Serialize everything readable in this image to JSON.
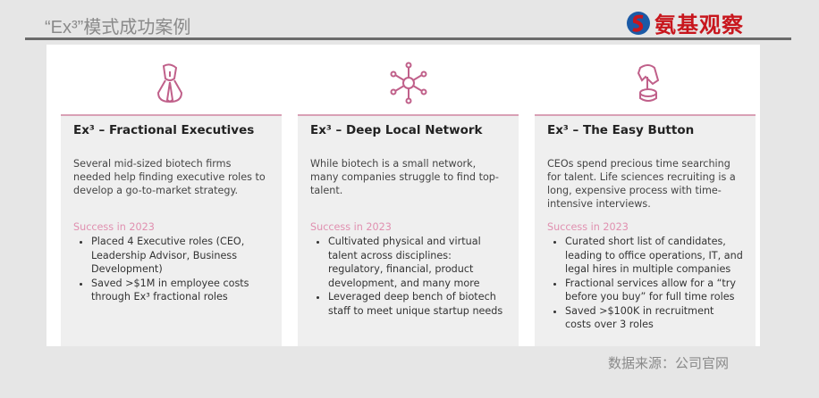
{
  "header": {
    "title": "“Ex³”模式成功案例",
    "logo_text": "氨基观察"
  },
  "cards": [
    {
      "icon": "person-tie-icon",
      "title": "Ex³ – Fractional Executives",
      "description": "Several  mid-sized biotech firms needed help finding executive roles to develop a go-to-market strategy.",
      "success_label": "Success in 2023",
      "bullets": [
        "Placed 4 Executive roles (CEO, Leadership Advisor, Business Development)",
        "Saved >$1M in employee costs through Ex³ fractional roles"
      ]
    },
    {
      "icon": "network-icon",
      "title": "Ex³ – Deep Local Network",
      "description": "While biotech is a small network, many companies struggle to find top-talent.",
      "success_label": "Success in 2023",
      "bullets": [
        "Cultivated physical and virtual talent across disciplines: regulatory, financial, product development, and many more",
        "Leveraged deep bench of biotech staff to meet unique startup needs"
      ]
    },
    {
      "icon": "hand-press-button-icon",
      "title": "Ex³ – The Easy Button",
      "description": "CEOs spend precious time searching for talent. Life sciences recruiting is a long, expensive process with time-intensive interviews.",
      "success_label": "Success in 2023",
      "bullets": [
        "Curated short list of candidates, leading to office operations, IT, and legal hires in multiple companies",
        "Fractional services allow for a “try before you buy” for full time roles",
        "Saved >$100K in recruitment costs over 3 roles"
      ]
    }
  ],
  "footer": {
    "source": "数据来源：公司官网"
  },
  "colors": {
    "accent": "#d9a0b5",
    "icon": "#c0608a",
    "logo": "#c8161d"
  }
}
